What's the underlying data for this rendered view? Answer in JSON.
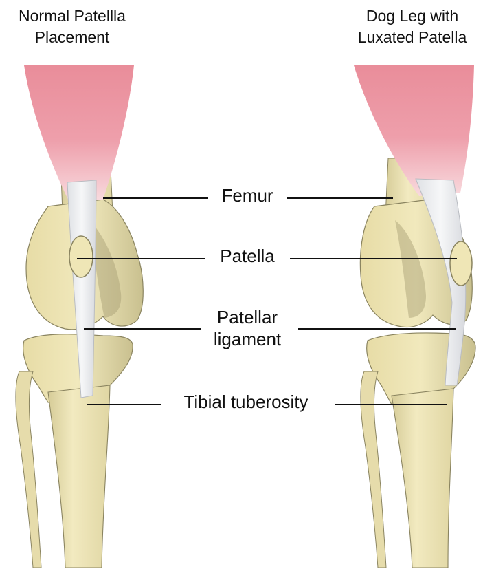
{
  "headings": {
    "normal": [
      "Normal Patellla",
      "Placement"
    ],
    "luxated": [
      "Dog Leg with",
      "Luxated Patella"
    ]
  },
  "labels": {
    "femur": "Femur",
    "patella": "Patella",
    "patellar_ligament": [
      "Patellar",
      "ligament"
    ],
    "tibial_tuberosity": "Tibial tuberosity"
  },
  "colors": {
    "bone": "#ede4b0",
    "bone_shadow": "#a39c70",
    "bone_outline": "#8a8460",
    "muscle": "#e98d9a",
    "muscle_light": "#f6c9cf",
    "ligament": "#ecedef",
    "ligament_outline": "#b9bcc2",
    "leader_line": "#111111"
  }
}
